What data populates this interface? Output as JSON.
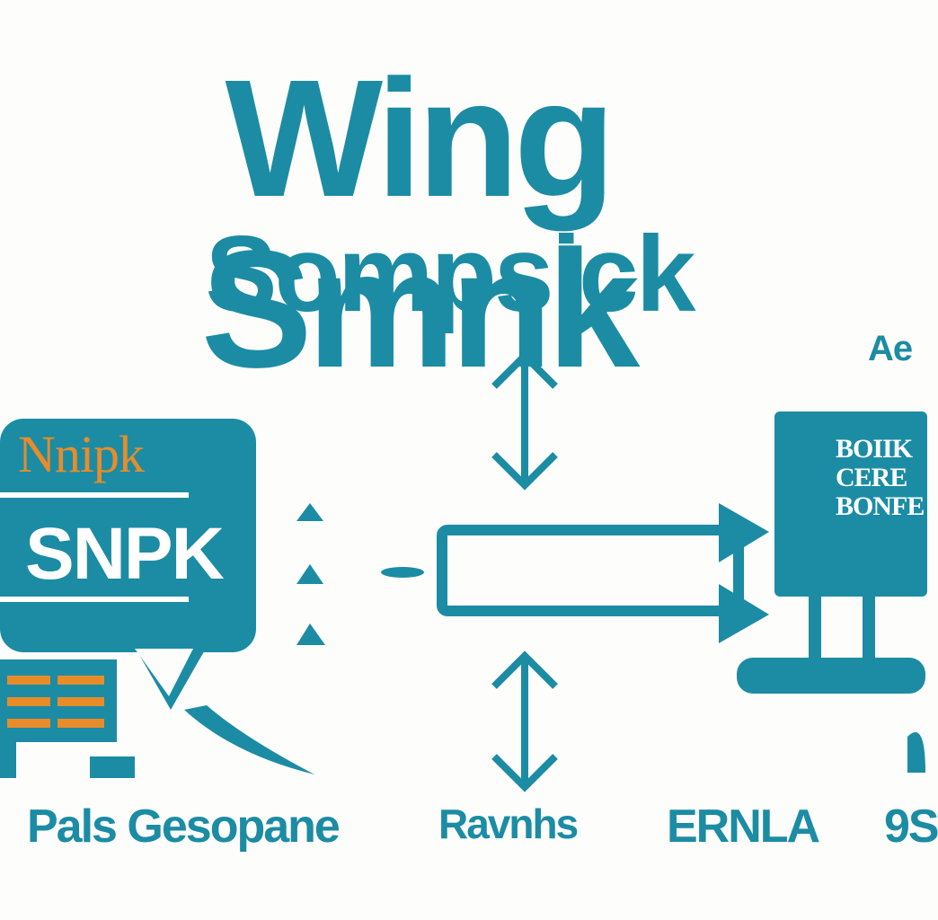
{
  "title": "Wing Smnk",
  "subtitle": "Sompsick",
  "corner_label": "Ae",
  "bubble": {
    "line1": "Nnipk",
    "line2": "SNPK"
  },
  "screen": {
    "lines": [
      "BOIIK",
      "CERE",
      "BONFE"
    ]
  },
  "footer": {
    "left": "Pals Gesopane",
    "middle": "Ravnhs",
    "right": "ERNLA",
    "edge": "9S"
  },
  "colors": {
    "primary": "#1b8ca4",
    "accent": "#e88c2a",
    "background": "#fdfdfb"
  }
}
